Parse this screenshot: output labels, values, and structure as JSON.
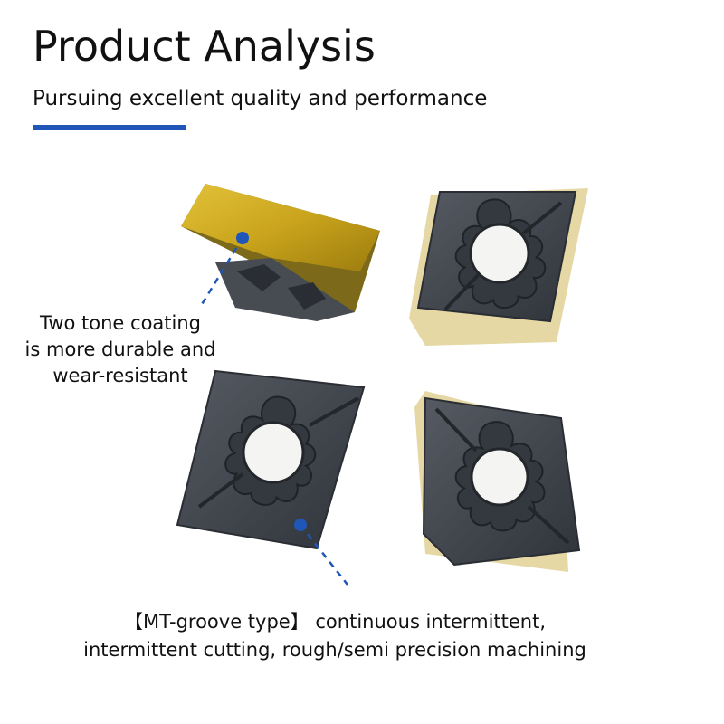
{
  "header": {
    "title": "Product Analysis",
    "subtitle": "Pursuing excellent quality and performance",
    "accent_color": "#1f56b8"
  },
  "callouts": {
    "coating_lines": [
      "Two tone coating",
      "is more durable and",
      "wear-resistant"
    ],
    "groove_lines": [
      "【MT-groove type】 continuous intermittent,",
      "intermittent cutting, rough/semi precision machining"
    ]
  },
  "colors": {
    "insert_dark": "#3f444c",
    "insert_gold": "#c9a41c",
    "base_cream": "#ecdfae",
    "dot_blue": "#1f56b8"
  }
}
